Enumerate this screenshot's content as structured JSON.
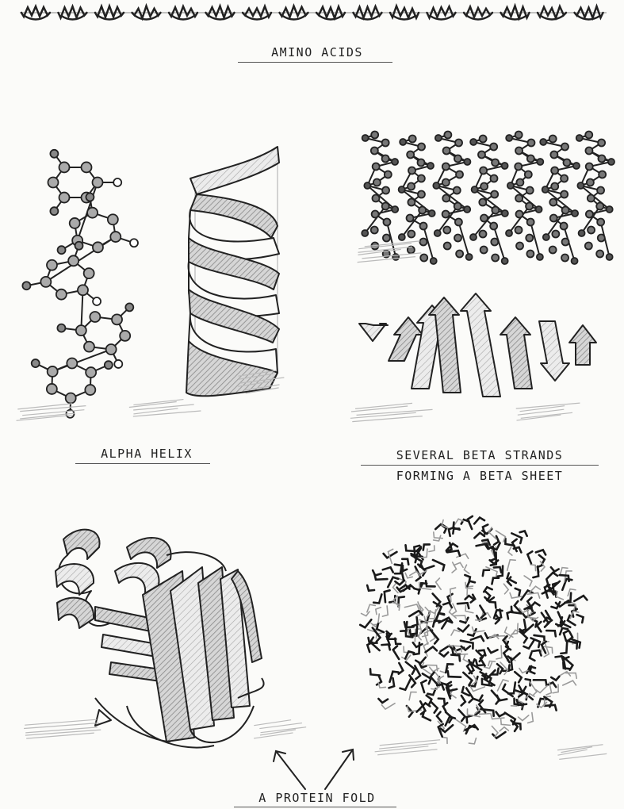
{
  "labels": {
    "amino_acids": "AMINO ACIDS",
    "alpha_helix": "ALPHA HELIX",
    "beta_sheet_line1": "SEVERAL BETA STRANDS",
    "beta_sheet_line2": "FORMING A BETA SHEET",
    "protein_fold": "A PROTEIN FOLD"
  },
  "colors": {
    "ink": "#222222",
    "paper": "#fbfbf9",
    "shade": "#9a9a9a",
    "light_shade": "#c9c9c9"
  }
}
